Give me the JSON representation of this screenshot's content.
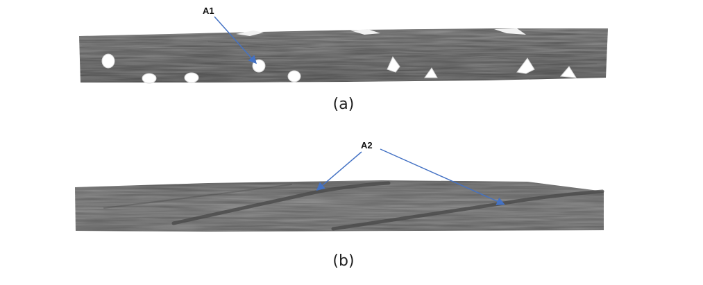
{
  "panels": [
    {
      "id": "a",
      "caption": "(a)",
      "annotation": "A1"
    },
    {
      "id": "b",
      "caption": "(b)",
      "annotation": "A2"
    }
  ],
  "colors": {
    "specimen_gray": "#8a8a8a",
    "specimen_dark": "#4a4a4a",
    "specimen_light": "#b4b4b4",
    "void_white": "#ffffff",
    "arrow_blue": "#4472c4"
  }
}
